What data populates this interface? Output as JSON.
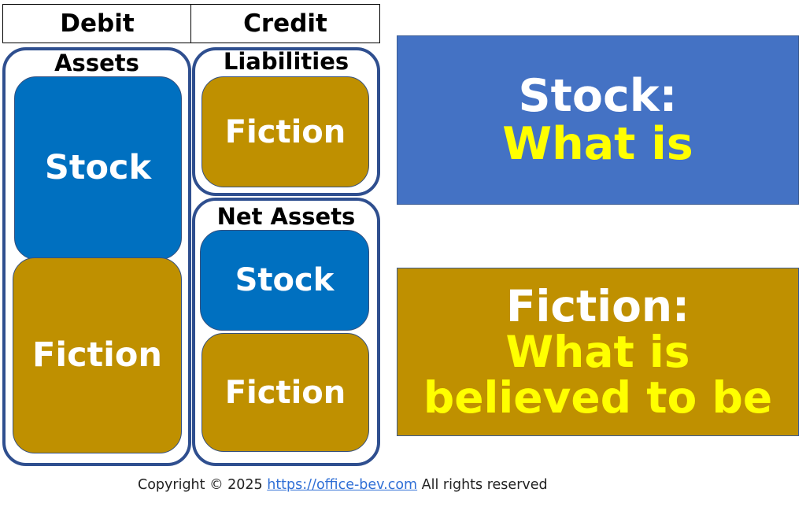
{
  "colors": {
    "stock": "#0070c0",
    "fiction": "#bf9000",
    "panel_blue": "#4472c4",
    "panel_gold": "#bf9000",
    "highlight": "#ffff00",
    "group_border": "#2f4f8f"
  },
  "table": {
    "debit_label": "Debit",
    "credit_label": "Credit"
  },
  "assets": {
    "label": "Assets",
    "stock_label": "Stock",
    "fiction_label": "Fiction"
  },
  "liabilities": {
    "label": "Liabilities",
    "fiction_label": "Fiction"
  },
  "net_assets": {
    "label": "Net Assets",
    "stock_label": "Stock",
    "fiction_label": "Fiction"
  },
  "definitions": {
    "stock": {
      "heading": "Stock:",
      "meaning": "What is"
    },
    "fiction": {
      "heading": "Fiction:",
      "meaning_line1": "What is",
      "meaning_line2": "believed to be"
    }
  },
  "footer": {
    "prefix": "Copyright © 2025 ",
    "link": "https://office-bev.com",
    "suffix": " All rights reserved"
  }
}
